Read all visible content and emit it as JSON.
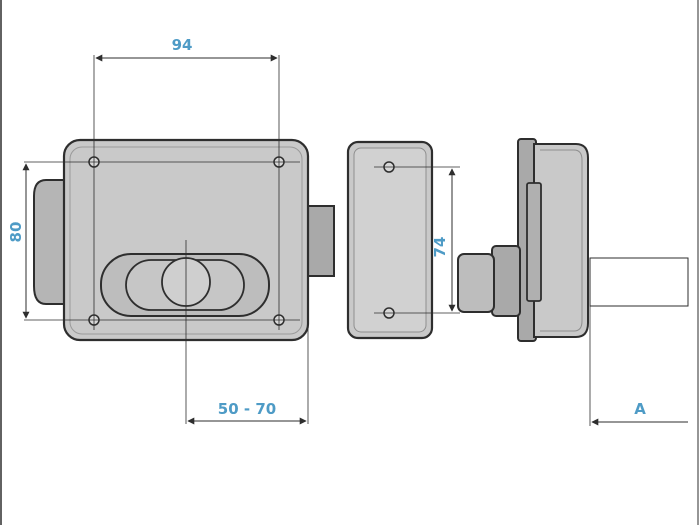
{
  "dimensions": {
    "width_94": "94",
    "height_80": "80",
    "height_74": "74",
    "offset_50_70": "50 - 70",
    "depth_a": "A"
  },
  "colors": {
    "dimension": "#4e9bc6",
    "outline": "#2e2e2e",
    "body": "#c9c9c9",
    "body_dark": "#a9a9a9",
    "body_light": "#e3e3e3"
  }
}
